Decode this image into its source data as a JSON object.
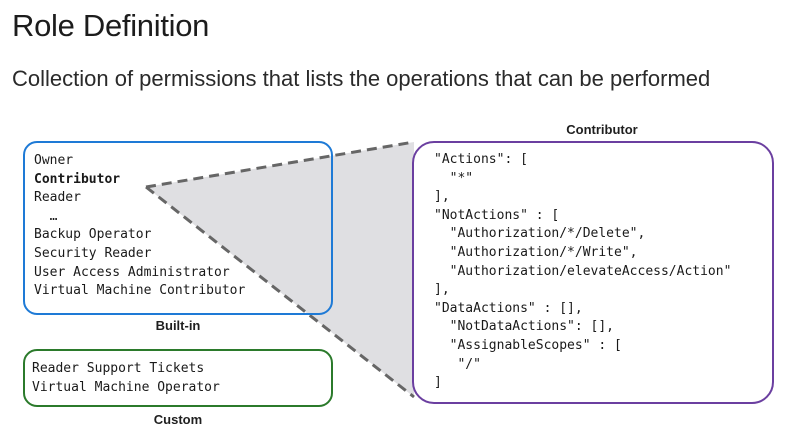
{
  "title": "Role Definition",
  "subtitle": "Collection of permissions that lists the operations that can be performed",
  "builtin": {
    "caption": "Built-in",
    "items": [
      {
        "label": "Owner",
        "bold": false
      },
      {
        "label": "Contributor",
        "bold": true
      },
      {
        "label": "Reader",
        "bold": false
      },
      {
        "label": "  …",
        "bold": false
      },
      {
        "label": "Backup Operator",
        "bold": false
      },
      {
        "label": "Security Reader",
        "bold": false
      },
      {
        "label": "User Access Administrator",
        "bold": false
      },
      {
        "label": "Virtual Machine Contributor",
        "bold": false
      }
    ]
  },
  "custom": {
    "caption": "Custom",
    "items": [
      {
        "label": "Reader Support Tickets"
      },
      {
        "label": "Virtual Machine Operator"
      }
    ]
  },
  "contributor": {
    "caption": "Contributor",
    "lines": [
      "\"Actions\": [",
      "  \"*\"",
      "],",
      "\"NotActions\" : [",
      "  \"Authorization/*/Delete\",",
      "  \"Authorization/*/Write\",",
      "  \"Authorization/elevateAccess/Action\"",
      "],",
      "\"DataActions\" : [],",
      "  \"NotDataActions\": [],",
      "  \"AssignableScopes\" : [",
      "   \"/\"",
      "]"
    ]
  },
  "colors": {
    "builtin_border": "#1e7ad6",
    "custom_border": "#2b7a2b",
    "contributor_border": "#6b3fa0",
    "callout_fill": "#d4d4d8",
    "callout_stroke": "#666666"
  }
}
